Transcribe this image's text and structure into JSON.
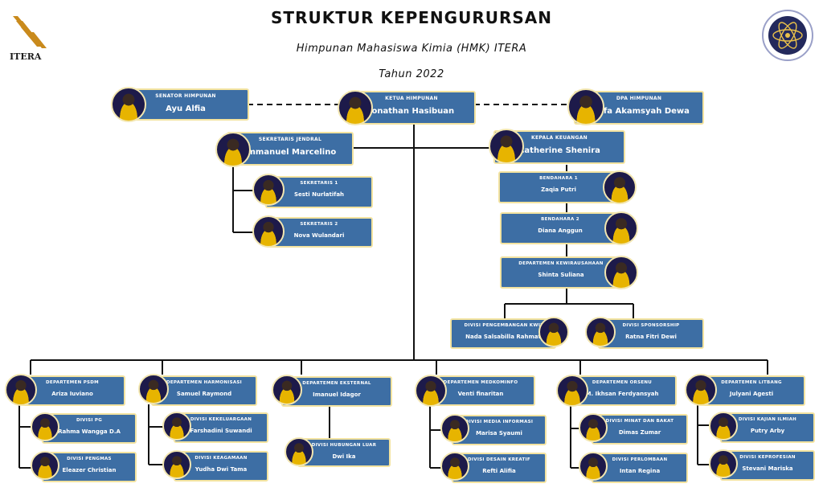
{
  "header": {
    "title": "STRUKTUR KEPENGURURSAN",
    "subtitle": "Himpunan Mahasiswa Kimia (HMK) ITERA",
    "year": "Tahun 2022",
    "itera_logo_text": "ITERA"
  },
  "colors": {
    "box": "#3d6ea4",
    "border": "#f3e3a0",
    "line": "#111111"
  },
  "nodes": {
    "senator": {
      "role": "SENATOR HIMPUNAN",
      "name": "Ayu Alfia"
    },
    "ketua": {
      "role": "KETUA HIMPUNAN",
      "name": "Jonathan Hasibuan"
    },
    "dpa": {
      "role": "DPA HIMPUNAN",
      "name": "Daffa Akamsyah Dewa"
    },
    "sekjen": {
      "role": "SEKRETARIS JENDRAL",
      "name": "Immanuel Marcelino"
    },
    "sek1": {
      "role": "SEKRETARIS 1",
      "name": "Sesti Nurlatifah"
    },
    "sek2": {
      "role": "SEKRETARIS 2",
      "name": "Nova Wulandari"
    },
    "keuangan": {
      "role": "KEPALA KEUANGAN",
      "name": "Catherine Shenira"
    },
    "bend1": {
      "role": "BENDAHARA 1",
      "name": "Zaqia Putri"
    },
    "bend2": {
      "role": "BENDAHARA 2",
      "name": "Diana Anggun"
    },
    "kwu": {
      "role": "DEPARTEMEN KEWIRAUSAHAAN",
      "name": "Shinta Suliana"
    },
    "pkwu": {
      "role": "DIVISI PENGEMBANGAN KWU",
      "name": "Nada Salsabilla Rahmat"
    },
    "sponsor": {
      "role": "DIVISI SPONSORSHIP",
      "name": "Ratna Fitri Dewi"
    },
    "psdm": {
      "role": "DEPARTEMEN PSDM",
      "name": "Ariza Iuviano"
    },
    "pg": {
      "role": "DIVISI PG",
      "name": "Rahma Wangga D.A"
    },
    "pengmas": {
      "role": "DIVISI PENGMAS",
      "name": "Eleazer Christian"
    },
    "harmonisasi": {
      "role": "DEPARTEMEN HARMONISASI",
      "name": "Samuel Raymond"
    },
    "kekeluargaan": {
      "role": "DIVISI KEKELUARGAAN",
      "name": "Farshadini Suwandi"
    },
    "keagamaan": {
      "role": "DIVISI KEAGAMAAN",
      "name": "Yudha Dwi Tama"
    },
    "eksternal": {
      "role": "DEPARTEMEN EKSTERNAL",
      "name": "Imanuel Idagor"
    },
    "hublu": {
      "role": "DIVISI HUBUNGAN LUAR",
      "name": "Dwi Ika"
    },
    "medkominfo": {
      "role": "DEPARTEMEN MEDKOMINFO",
      "name": "Venti finaritan"
    },
    "medinfo": {
      "role": "DIVISI MEDIA INFORMASI",
      "name": "Marisa Syaumi"
    },
    "desain": {
      "role": "DIVISI DESAIN KREATIF",
      "name": "Refti Alifia"
    },
    "orsenu": {
      "role": "DEPARTEMEN ORSENU",
      "name": "M. Ikhsan Ferdyansyah"
    },
    "minat": {
      "role": "DIVISI MINAT DAN BAKAT",
      "name": "Dimas Zumar"
    },
    "perlombaan": {
      "role": "DIVISI PERLOMBAAN",
      "name": "Intan Regina"
    },
    "litbang": {
      "role": "DEPARTEMEN LITBANG",
      "name": "Julyani Agesti"
    },
    "kajian": {
      "role": "DIVISI KAJIAN ILMIAH",
      "name": "Putry Arby"
    },
    "keprofesian": {
      "role": "DIVISI KEPROFESIAN",
      "name": "Stevani Mariska"
    }
  }
}
